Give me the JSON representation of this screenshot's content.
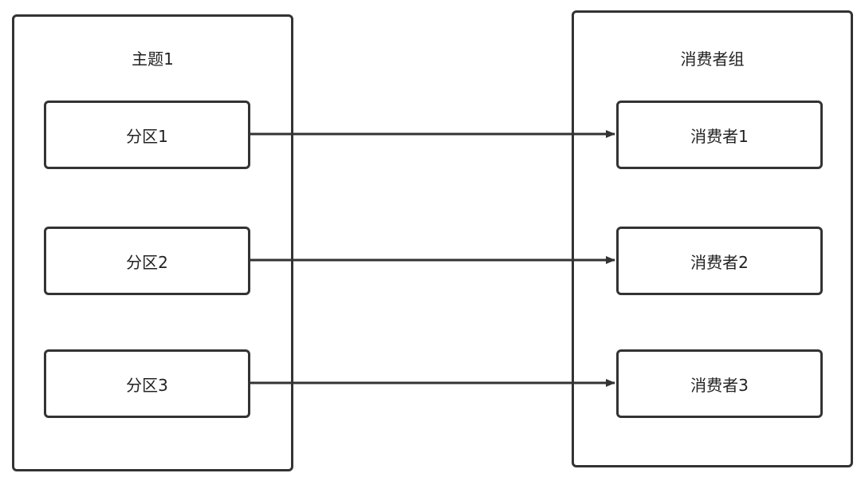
{
  "topic": {
    "title": "主题1",
    "partitions": [
      "分区1",
      "分区2",
      "分区3"
    ]
  },
  "consumer_group": {
    "title": "消费者组",
    "consumers": [
      "消费者1",
      "消费者2",
      "消费者3"
    ]
  },
  "links": [
    {
      "from": "分区1",
      "to": "消费者1"
    },
    {
      "from": "分区2",
      "to": "消费者2"
    },
    {
      "from": "分区3",
      "to": "消费者3"
    }
  ]
}
